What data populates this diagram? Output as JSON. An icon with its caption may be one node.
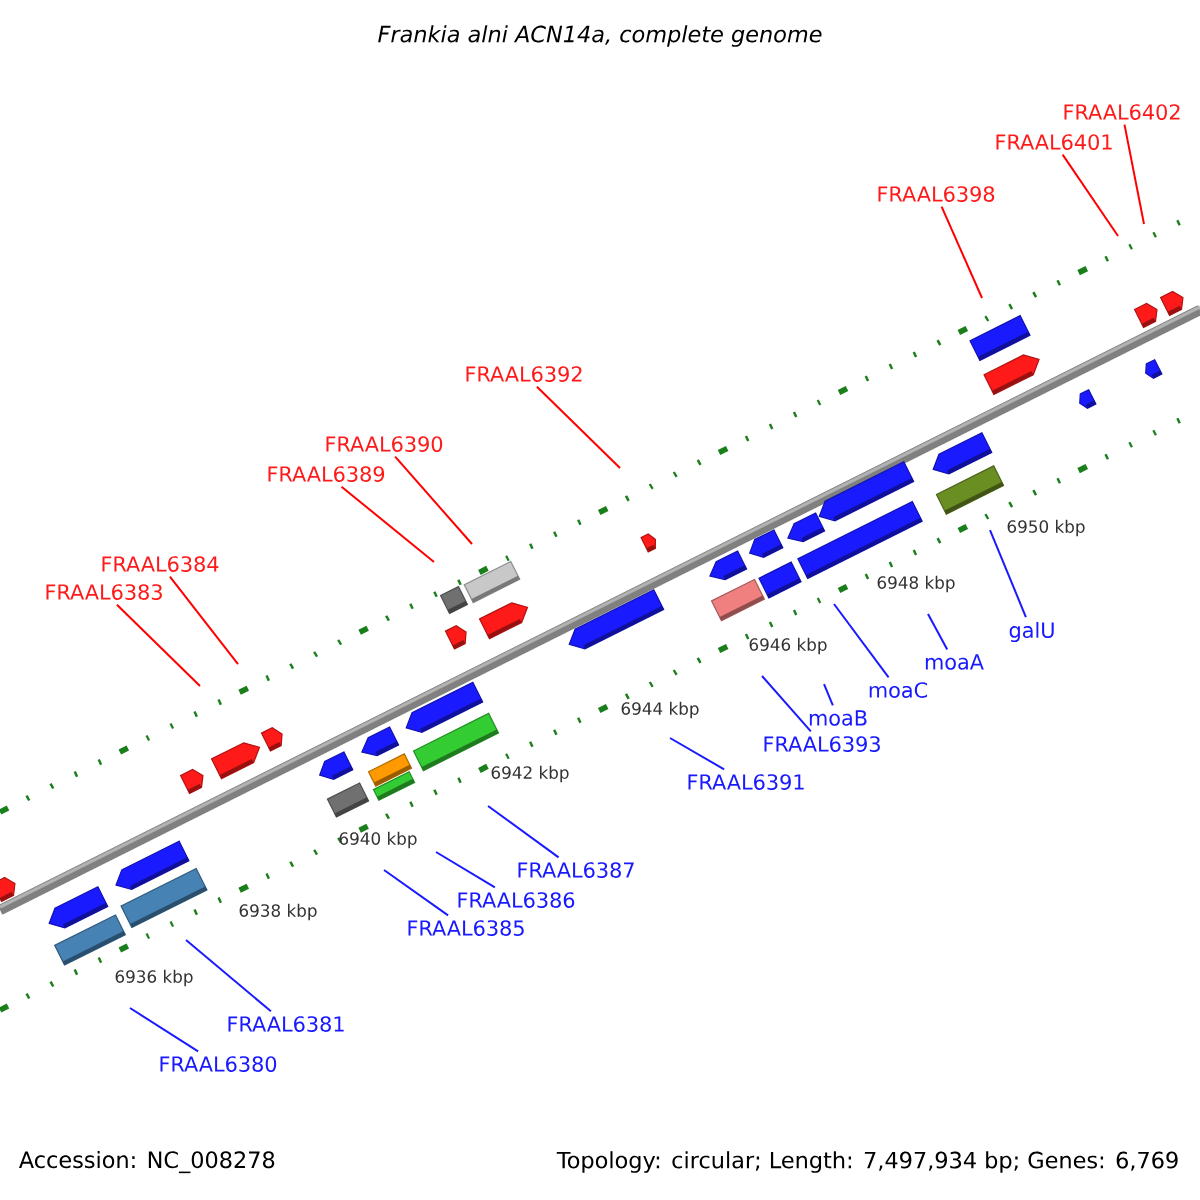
{
  "diagram": {
    "title": "Frankia alni ACN14a, complete genome",
    "nodes": [
      {
        "text": [
          "FRAAL6402"
        ]
      },
      {
        "text": [
          "FRAAL6401"
        ]
      },
      {
        "text": [
          "FRAAL6398"
        ]
      },
      {
        "text": [
          "FRAAL6392"
        ]
      },
      {
        "text": [
          "FRAAL6390"
        ]
      },
      {
        "text": [
          "FRAAL6389"
        ]
      },
      {
        "text": [
          "FRAAL6384"
        ]
      },
      {
        "text": [
          "FRAAL6383"
        ]
      },
      {
        "text": [
          "galU"
        ]
      },
      {
        "text": [
          "moaA"
        ]
      },
      {
        "text": [
          "moaC"
        ]
      },
      {
        "text": [
          "moaB"
        ]
      },
      {
        "text": [
          "FRAAL6393"
        ]
      },
      {
        "text": [
          "FRAAL6391"
        ]
      },
      {
        "text": [
          "FRAAL6387"
        ]
      },
      {
        "text": [
          "FRAAL6386"
        ]
      },
      {
        "text": [
          "FRAAL6385"
        ]
      },
      {
        "text": [
          "FRAAL6381"
        ]
      },
      {
        "text": [
          "FRAAL6380"
        ]
      }
    ],
    "edges": [
      {
        "from": 0,
        "to": null,
        "arrow": "none",
        "color": "#ff0000"
      },
      {
        "from": 1,
        "to": null,
        "arrow": "none",
        "color": "#ff0000"
      },
      {
        "from": 2,
        "to": null,
        "arrow": "none",
        "color": "#ff0000"
      },
      {
        "from": 3,
        "to": null,
        "arrow": "none",
        "color": "#ff0000"
      },
      {
        "from": 4,
        "to": null,
        "arrow": "none",
        "color": "#ff0000"
      },
      {
        "from": 5,
        "to": null,
        "arrow": "none",
        "color": "#ff0000"
      },
      {
        "from": 6,
        "to": null,
        "arrow": "none",
        "color": "#ff0000"
      },
      {
        "from": 7,
        "to": null,
        "arrow": "none",
        "color": "#ff0000"
      },
      {
        "from": 8,
        "to": null,
        "arrow": "none"
      },
      {
        "from": 9,
        "to": null,
        "arrow": "none"
      },
      {
        "from": 10,
        "to": null,
        "arrow": "none"
      },
      {
        "from": 11,
        "to": null,
        "arrow": "none"
      },
      {
        "from": 12,
        "to": null,
        "arrow": "none"
      },
      {
        "from": 13,
        "to": null,
        "arrow": "none"
      },
      {
        "from": 14,
        "to": null,
        "arrow": "none"
      },
      {
        "from": 15,
        "to": null,
        "arrow": "none"
      },
      {
        "from": 16,
        "to": null,
        "arrow": "none"
      },
      {
        "from": 17,
        "to": null,
        "arrow": "none"
      },
      {
        "from": 18,
        "to": null,
        "arrow": "none"
      }
    ],
    "labels": [
      "6950 kbp",
      "6948 kbp",
      "6946 kbp",
      "6944 kbp",
      "6942 kbp",
      "6940 kbp",
      "6938 kbp",
      "6936 kbp",
      "Accession: NC_008278",
      "Topology: circular; Length: 7,497,934 bp; Genes: 6,769"
    ]
  }
}
